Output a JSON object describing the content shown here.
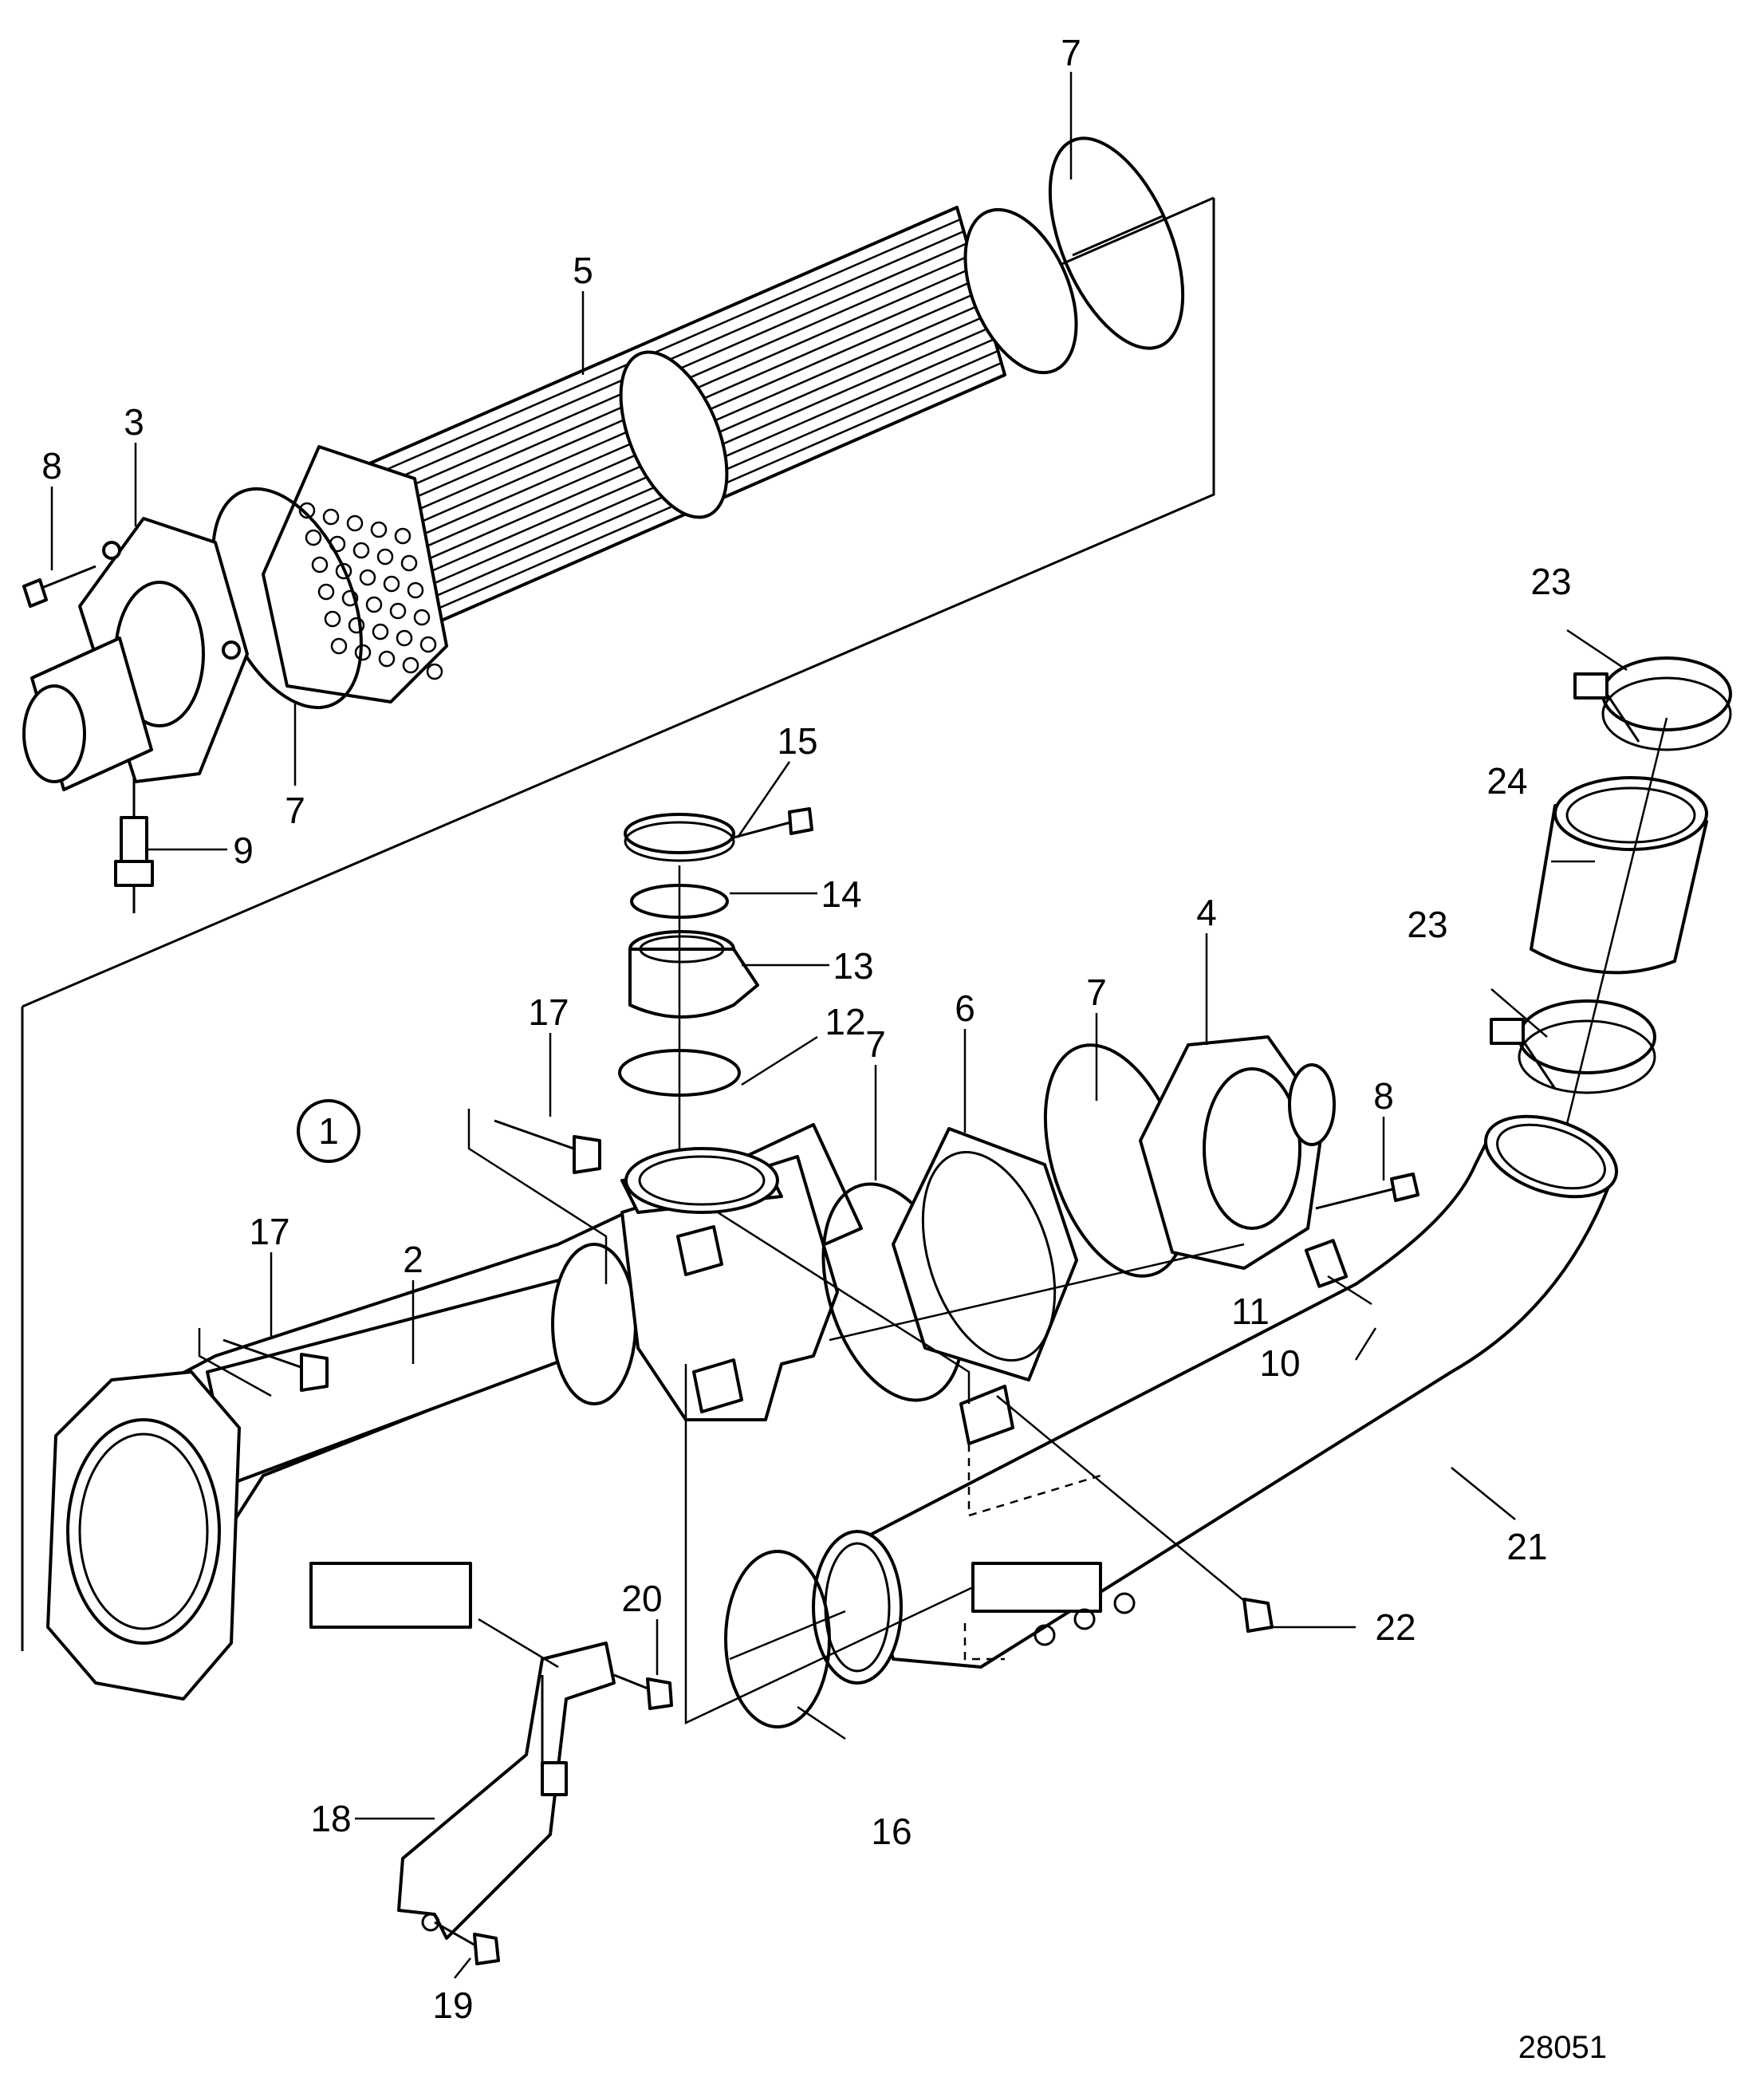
{
  "labels": {
    "l7_top": "7",
    "l5": "5",
    "l3": "3",
    "l8_left": "8",
    "l7_mid": "7",
    "l9": "9",
    "l15": "15",
    "l14": "14",
    "l13": "13",
    "l12": "12",
    "l17_top": "17",
    "l17_left": "17",
    "l2": "2",
    "l1": "1",
    "l6": "6",
    "l7_b": "7",
    "l7_c": "7",
    "l4": "4",
    "l8_right": "8",
    "l11": "11",
    "l10": "10",
    "l23_top": "23",
    "l24": "24",
    "l23_mid": "23",
    "l21": "21",
    "l22": "22",
    "l20": "20",
    "l16": "16",
    "l18": "18",
    "l19": "19"
  },
  "drawing_number": "28051"
}
